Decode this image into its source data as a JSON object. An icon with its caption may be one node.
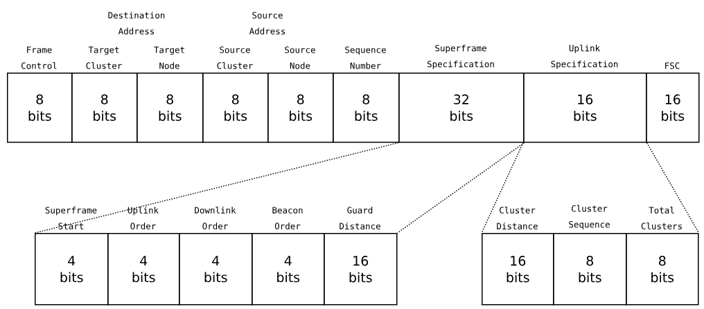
{
  "diagram": {
    "nodes": [
      {
        "text": [
          "Frame Control",
          "8 bits"
        ]
      },
      {
        "text": [
          "Target Cluster",
          "8 bits"
        ]
      },
      {
        "text": [
          "Target Node",
          "8 bits"
        ]
      },
      {
        "text": [
          "Source Cluster",
          "8 bits"
        ]
      },
      {
        "text": [
          "Source Node",
          "8 bits"
        ]
      },
      {
        "text": [
          "Sequence Number",
          "8 bits"
        ]
      },
      {
        "text": [
          "Superframe Specification",
          "32 bits"
        ]
      },
      {
        "text": [
          "Uplink Specification",
          "16 bits"
        ]
      },
      {
        "text": [
          "FSC",
          "16 bits"
        ]
      },
      {
        "text": [
          "Superframe Start",
          "4 bits"
        ]
      },
      {
        "text": [
          "Uplink Order",
          "4 bits"
        ]
      },
      {
        "text": [
          "Downlink Order",
          "4 bits"
        ]
      },
      {
        "text": [
          "Beacon Order",
          "4 bits"
        ]
      },
      {
        "text": [
          "Guard Distance",
          "16 bits"
        ]
      },
      {
        "text": [
          "Cluster Distance",
          "16 bits"
        ]
      },
      {
        "text": [
          "Cluster Sequence",
          "8 bits"
        ]
      },
      {
        "text": [
          "Total Clusters",
          "8 bits"
        ]
      }
    ],
    "edges": [
      {
        "from": 6,
        "to": 9,
        "arrow": "none",
        "style": "dashed"
      },
      {
        "from": 6,
        "to": 13,
        "arrow": "none",
        "style": "dashed"
      },
      {
        "from": 7,
        "to": 14,
        "arrow": "none",
        "style": "dashed"
      },
      {
        "from": 7,
        "to": 16,
        "arrow": "none",
        "style": "dashed"
      }
    ],
    "labels": [
      "Destination Address",
      "Source Address"
    ]
  }
}
